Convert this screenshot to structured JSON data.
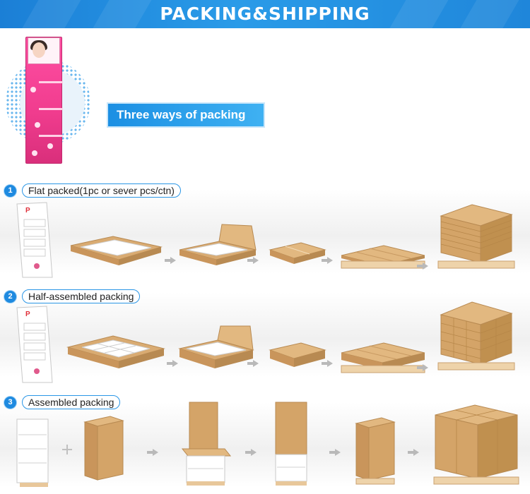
{
  "header": {
    "title": "PACKING&SHIPPING"
  },
  "intro": {
    "heading": "Three ways of packing"
  },
  "steps": [
    {
      "number": "1",
      "label": "Flat packed(1pc or sever pcs/ctn)"
    },
    {
      "number": "2",
      "label": "Half-assembled packing"
    },
    {
      "number": "3",
      "label": "Assembled packing"
    }
  ],
  "colors": {
    "accent": "#1e8ae0",
    "cardboard": "#d9ab72",
    "pallet": "#e8c79a",
    "stand_pink": "#f03c8e"
  }
}
